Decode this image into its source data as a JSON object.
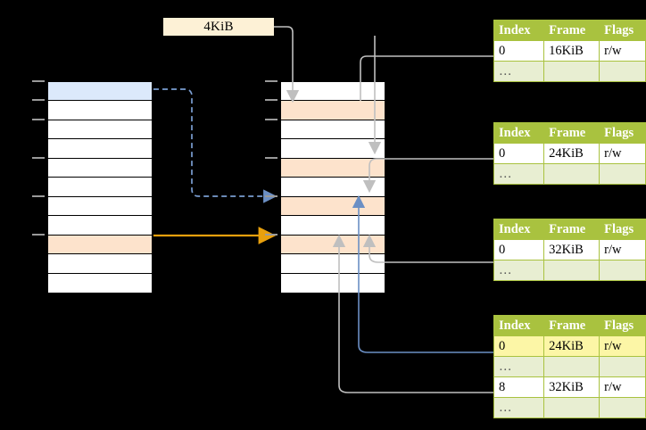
{
  "diagram": {
    "title_label": "4KiB",
    "colors": {
      "background": "#000000",
      "table_header": "#a9c23f",
      "table_alt_row": "#e8eed2",
      "highlight_yellow": "#fcf6a6",
      "cell_peach": "#fde3cc",
      "cell_blue": "#dce9fb",
      "label_cream": "#fdf1d6",
      "arrow_orange": "#e8a00d",
      "arrow_blue": "#6b8fc4",
      "arrow_gray": "#bfbfbf"
    },
    "virtual_stack": {
      "name": "virtual-address-space",
      "rows": [
        {
          "fill": "blue",
          "tick": true
        },
        {
          "fill": "white",
          "tick": true
        },
        {
          "fill": "white",
          "tick": true
        },
        {
          "fill": "white",
          "tick": false
        },
        {
          "fill": "white",
          "tick": true
        },
        {
          "fill": "white",
          "tick": false
        },
        {
          "fill": "white",
          "tick": true
        },
        {
          "fill": "white",
          "tick": false
        },
        {
          "fill": "peach",
          "tick": true
        },
        {
          "fill": "white",
          "tick": false
        },
        {
          "fill": "white",
          "tick": false
        }
      ]
    },
    "physical_stack": {
      "name": "physical-memory",
      "rows": [
        {
          "fill": "white",
          "tick": true
        },
        {
          "fill": "peach",
          "tick": true
        },
        {
          "fill": "white",
          "tick": true
        },
        {
          "fill": "white",
          "tick": false
        },
        {
          "fill": "peach",
          "tick": true
        },
        {
          "fill": "white",
          "tick": false
        },
        {
          "fill": "peach",
          "tick": true
        },
        {
          "fill": "white",
          "tick": false
        },
        {
          "fill": "peach",
          "tick": true
        },
        {
          "fill": "white",
          "tick": false
        },
        {
          "fill": "white",
          "tick": false
        }
      ]
    },
    "tables": [
      {
        "name": "page-table-level-1",
        "headers": [
          "Index",
          "Frame",
          "Flags"
        ],
        "rows": [
          {
            "cells": [
              "0",
              "16KiB",
              "r/w"
            ],
            "alt": false,
            "highlight": [
              false,
              false,
              false
            ]
          },
          {
            "cells": [
              "…",
              "",
              ""
            ],
            "alt": true,
            "highlight": [
              false,
              false,
              false
            ]
          }
        ]
      },
      {
        "name": "page-table-level-2",
        "headers": [
          "Index",
          "Frame",
          "Flags"
        ],
        "rows": [
          {
            "cells": [
              "0",
              "24KiB",
              "r/w"
            ],
            "alt": false,
            "highlight": [
              false,
              false,
              false
            ]
          },
          {
            "cells": [
              "…",
              "",
              ""
            ],
            "alt": true,
            "highlight": [
              false,
              false,
              false
            ]
          }
        ]
      },
      {
        "name": "page-table-level-3",
        "headers": [
          "Index",
          "Frame",
          "Flags"
        ],
        "rows": [
          {
            "cells": [
              "0",
              "32KiB",
              "r/w"
            ],
            "alt": false,
            "highlight": [
              false,
              false,
              false
            ]
          },
          {
            "cells": [
              "…",
              "",
              ""
            ],
            "alt": true,
            "highlight": [
              false,
              false,
              false
            ]
          }
        ]
      },
      {
        "name": "page-table-level-4",
        "headers": [
          "Index",
          "Frame",
          "Flags"
        ],
        "rows": [
          {
            "cells": [
              "0",
              "24KiB",
              "r/w"
            ],
            "alt": false,
            "highlight": [
              true,
              true,
              true
            ]
          },
          {
            "cells": [
              "…",
              "",
              ""
            ],
            "alt": true,
            "highlight": [
              false,
              false,
              false
            ]
          },
          {
            "cells": [
              "8",
              "32KiB",
              "r/w"
            ],
            "alt": false,
            "highlight": [
              false,
              false,
              false
            ]
          },
          {
            "cells": [
              "…",
              "",
              ""
            ],
            "alt": true,
            "highlight": [
              false,
              false,
              false
            ]
          }
        ]
      }
    ]
  }
}
